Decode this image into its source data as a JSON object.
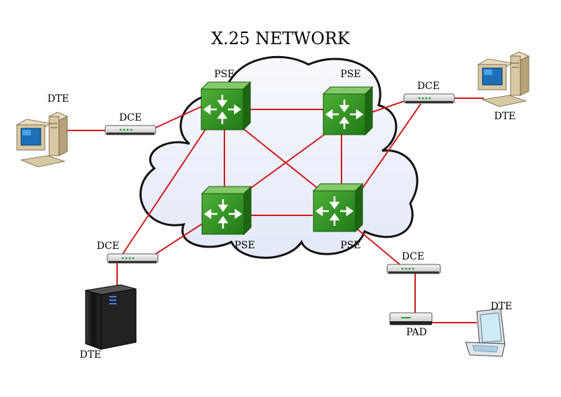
{
  "diagram": {
    "title": "X.25 NETWORK",
    "colors": {
      "link": "#d01c1c",
      "cloud_fill": "#eef2fb",
      "cloud_stroke": "#111111",
      "switch_front": "#2f8f1f",
      "switch_top": "#86c96a",
      "switch_side": "#1d6612"
    },
    "labels": {
      "pse_top_left": "PSE",
      "pse_top_right": "PSE",
      "pse_bottom_left": "PSE",
      "pse_bottom_right": "PSE",
      "dce_left": "DCE",
      "dce_top_right": "DCE",
      "dce_bottom_left": "DCE",
      "dce_bottom_right": "DCE",
      "dte_left": "DTE",
      "dte_top_right": "DTE",
      "dte_server": "DTE",
      "dte_terminal": "DTE",
      "pad": "PAD"
    },
    "icons": {
      "switch": "packet-switch-icon",
      "modem": "modem-icon",
      "desktop": "desktop-computer-icon",
      "server": "server-tower-icon",
      "terminal": "terminal-icon",
      "pad": "pad-device-icon"
    }
  }
}
